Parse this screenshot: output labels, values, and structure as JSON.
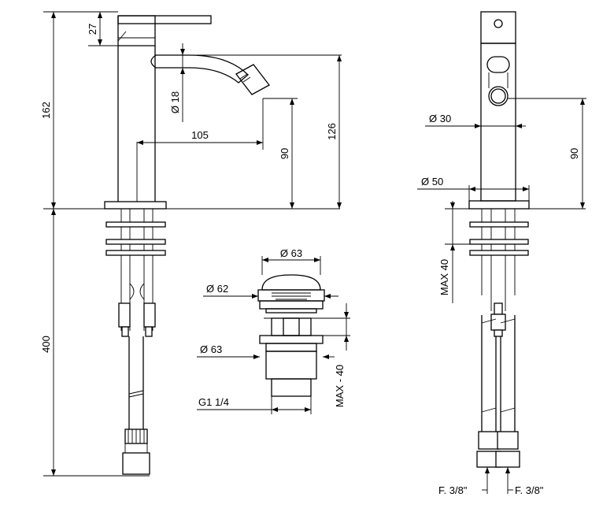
{
  "side_view": {
    "dim_lever_height": "27",
    "dim_total_height": "162",
    "dim_spout_diameter": "Ø 18",
    "dim_spout_reach": "105",
    "dim_outlet_height": "90",
    "dim_spout_height": "126",
    "dim_hose_length": "400"
  },
  "waste_view": {
    "dim_cap_diameter": "Ø 63",
    "dim_plug_diameter": "Ø 62",
    "dim_flange_diameter": "Ø 63",
    "dim_thread": "G1 1/4",
    "dim_max_thickness": "MAX - 40"
  },
  "front_view": {
    "dim_body_diameter": "Ø 30",
    "dim_base_diameter": "Ø 50",
    "dim_outlet_height": "90",
    "dim_max_deck": "MAX 40",
    "dim_connector_left": "F. 3/8\"",
    "dim_connector_right": "F. 3/8\""
  }
}
